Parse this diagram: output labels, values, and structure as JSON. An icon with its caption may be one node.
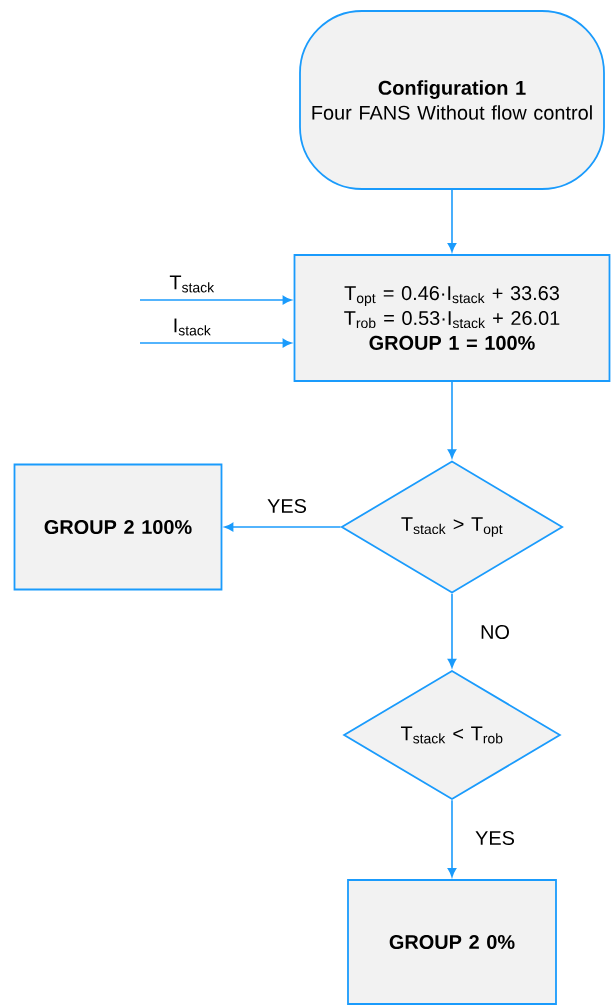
{
  "diagram": {
    "nodes": [
      {
        "text": [
          "Configuration 1",
          "Four FANS Without flow control"
        ]
      },
      {
        "text": [
          "T$_{opt}$ = 0.46·I$_{stack}$ + 33.63",
          "T$_{rob}$ = 0.53·I$_{stack}$ + 26.01",
          "GROUP 1 = 100%"
        ]
      },
      {
        "text": [
          "T$_{stack}$ > T$_{opt}$"
        ]
      },
      {
        "text": [
          "GROUP 2 100%"
        ]
      },
      {
        "text": [
          "T$_{stack}$ < T$_{rob}$"
        ]
      },
      {
        "text": [
          "GROUP 2 0%"
        ]
      }
    ],
    "edges": [
      {
        "from": 0,
        "to": 1,
        "arrow": "to"
      },
      {
        "from": null,
        "to": 1,
        "arrow": "to",
        "label": "T$_{stack}$"
      },
      {
        "from": null,
        "to": 1,
        "arrow": "to",
        "label": "I$_{stack}$"
      },
      {
        "from": 1,
        "to": 2,
        "arrow": "to"
      },
      {
        "from": 2,
        "to": 3,
        "arrow": "to",
        "label": "YES"
      },
      {
        "from": 2,
        "to": 4,
        "arrow": "to",
        "label": "NO"
      },
      {
        "from": 4,
        "to": 5,
        "arrow": "to",
        "label": "YES"
      }
    ]
  }
}
